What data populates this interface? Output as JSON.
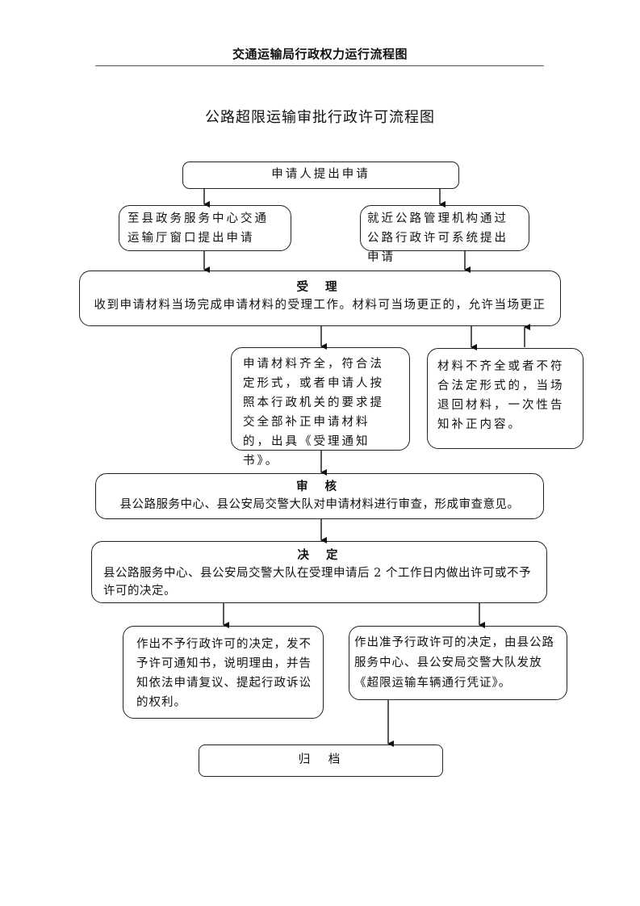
{
  "page_header": "交通运输局行政权力运行流程图",
  "doc_title": "公路超限运输审批行政许可流程图",
  "nodes": {
    "apply": {
      "text": "申请人提出申请"
    },
    "window": {
      "text": "至县政务服务中心交通运输厅窗口提出申请"
    },
    "online": {
      "text": "就近公路管理机构通过公路行政许可系统提出申请"
    },
    "accept": {
      "label": "受 理",
      "text": "收到申请材料当场完成申请材料的受理工作。材料可当场更正的，允许当场更正"
    },
    "complete": {
      "text": "申请材料齐全，符合法定形式，或者申请人按照本行政机关的要求提交全部补正申请材料的，出具《受理通知书》。"
    },
    "incomplete": {
      "text": "材料不齐全或者不符合法定形式的，当场退回材料，一次性告知补正内容。"
    },
    "review": {
      "label": "审 核",
      "text": "县公路服务中心、县公安局交警大队对申请材料进行审查，形成审查意见。"
    },
    "decide": {
      "label": "决 定",
      "text": "县公路服务中心、县公安局交警大队在受理申请后 2 个工作日内做出许可或不予许可的决定。"
    },
    "deny": {
      "text": "作出不予行政许可的决定，发不予许可通知书，说明理由，并告知依法申请复议、提起行政诉讼的权利。"
    },
    "grant": {
      "text": "作出准予行政许可的决定，由县公路服务中心、县公安局交警大队发放《超限运输车辆通行凭证》。"
    },
    "archive": {
      "text": "归　档"
    }
  },
  "edges": [
    {
      "from": "apply",
      "to": "window"
    },
    {
      "from": "apply",
      "to": "online"
    },
    {
      "from": "window",
      "to": "accept"
    },
    {
      "from": "online",
      "to": "accept"
    },
    {
      "from": "accept",
      "to": "complete"
    },
    {
      "from": "accept",
      "to": "incomplete"
    },
    {
      "from": "incomplete",
      "to": "accept"
    },
    {
      "from": "complete",
      "to": "review"
    },
    {
      "from": "review",
      "to": "decide"
    },
    {
      "from": "decide",
      "to": "deny"
    },
    {
      "from": "decide",
      "to": "grant"
    },
    {
      "from": "grant",
      "to": "archive"
    }
  ]
}
